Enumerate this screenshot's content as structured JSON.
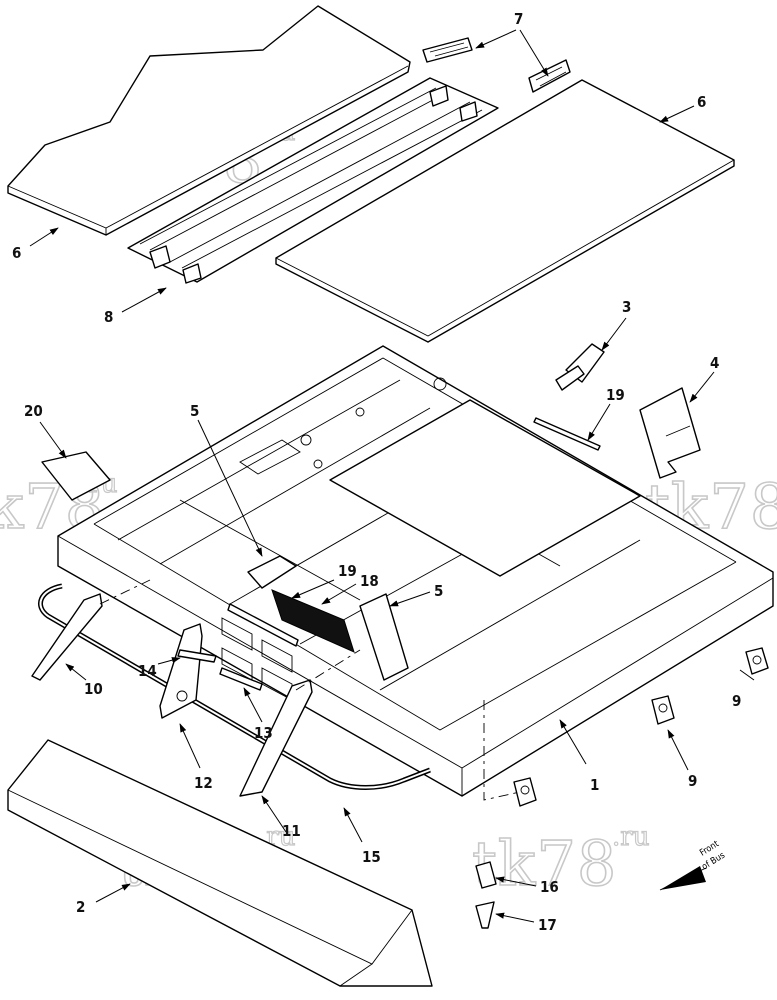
{
  "watermark": {
    "main": "tk78",
    "suffix": ".ru"
  },
  "callouts": [
    "1",
    "2",
    "3",
    "4",
    "5",
    "5",
    "6",
    "6",
    "7",
    "8",
    "9",
    "9",
    "10",
    "11",
    "12",
    "13",
    "14",
    "15",
    "16",
    "17",
    "18",
    "19",
    "19",
    "20"
  ],
  "front_indicator": {
    "line1": "Front",
    "line2": "of Bus"
  }
}
